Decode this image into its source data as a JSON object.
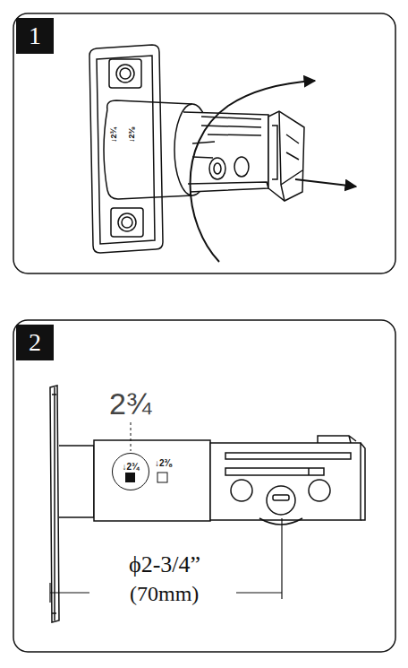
{
  "diagram": {
    "nodes": [
      {
        "text": [
          "1"
        ]
      },
      {
        "text": [
          "2"
        ]
      },
      {
        "text": [
          "↓2¾"
        ]
      }
    ],
    "labels": [
      "↓2¾",
      "↓2⅜",
      "2¾",
      "↓2⅜",
      "ϕ2-3/4”",
      "(70mm)"
    ]
  }
}
